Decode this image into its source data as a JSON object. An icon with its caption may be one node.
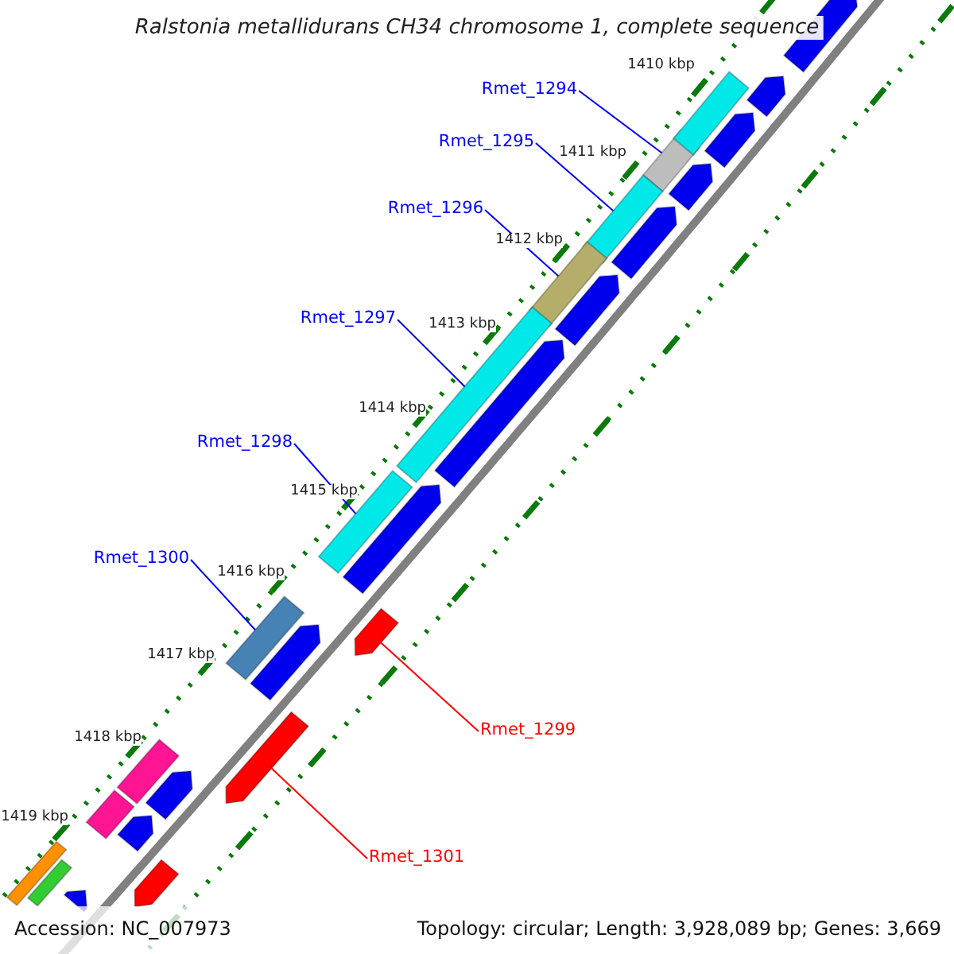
{
  "diagram": {
    "title": "Ralstonia metallidurans CH34 chromosome 1, complete sequence",
    "nodes": [
      {
        "text": [
          "Rmet_1294"
        ]
      },
      {
        "text": [],
        "shape": "bar"
      },
      {
        "text": [
          "Rmet_1295"
        ]
      },
      {
        "text": [],
        "shape": "bar"
      },
      {
        "text": [
          "Rmet_1296"
        ]
      },
      {
        "text": [],
        "shape": "bar"
      },
      {
        "text": [
          "Rmet_1297"
        ]
      },
      {
        "text": [],
        "shape": "bar"
      },
      {
        "text": [
          "Rmet_1298"
        ]
      },
      {
        "text": [],
        "shape": "bar"
      },
      {
        "text": [
          "Rmet_1300"
        ]
      },
      {
        "text": [],
        "shape": "bar"
      },
      {
        "text": [
          "Rmet_1299"
        ]
      },
      {
        "text": [],
        "shape": "bar"
      },
      {
        "text": [
          "Rmet_1301"
        ]
      },
      {
        "text": [],
        "shape": "bar"
      },
      {
        "text": [],
        "shape": "bar"
      },
      {
        "text": [],
        "shape": "bar"
      },
      {
        "text": [],
        "shape": "bar"
      },
      {
        "text": [],
        "shape": "bar"
      },
      {
        "text": [],
        "shape": "bar"
      },
      {
        "text": [],
        "shape": "bar"
      },
      {
        "text": [],
        "shape": "bar"
      },
      {
        "text": [],
        "shape": "bar"
      },
      {
        "text": [],
        "shape": "bar"
      },
      {
        "text": [],
        "shape": "bar"
      },
      {
        "text": [],
        "shape": "bar"
      },
      {
        "text": [],
        "shape": "bar"
      },
      {
        "text": [],
        "shape": "bar"
      },
      {
        "text": [],
        "shape": "bar"
      },
      {
        "text": [],
        "shape": "bar"
      },
      {
        "text": [],
        "shape": "bar"
      },
      {
        "text": [],
        "shape": "bar"
      },
      {
        "text": [],
        "shape": "bar"
      }
    ],
    "edges": [
      {
        "from": 0,
        "to": 1,
        "arrow": "none"
      },
      {
        "from": 2,
        "to": 3,
        "arrow": "none"
      },
      {
        "from": 4,
        "to": 5,
        "arrow": "none"
      },
      {
        "from": 6,
        "to": 7,
        "arrow": "none"
      },
      {
        "from": 8,
        "to": 9,
        "arrow": "none"
      },
      {
        "from": 10,
        "to": 11,
        "arrow": "none"
      },
      {
        "from": 12,
        "to": 13,
        "arrow": "none",
        "color": "#ff0000"
      },
      {
        "from": 14,
        "to": 15,
        "arrow": "none",
        "color": "#ff0000"
      }
    ],
    "labels": [
      "1410 kbp",
      "1411 kbp",
      "1412 kbp",
      "1413 kbp",
      "1414 kbp",
      "1415 kbp",
      "1416 kbp",
      "1417 kbp",
      "1418 kbp",
      "1419 kbp",
      "Accession: NC_007973",
      "Topology: circular; Length: 3,928,089 bp; Genes: 3,669"
    ]
  }
}
